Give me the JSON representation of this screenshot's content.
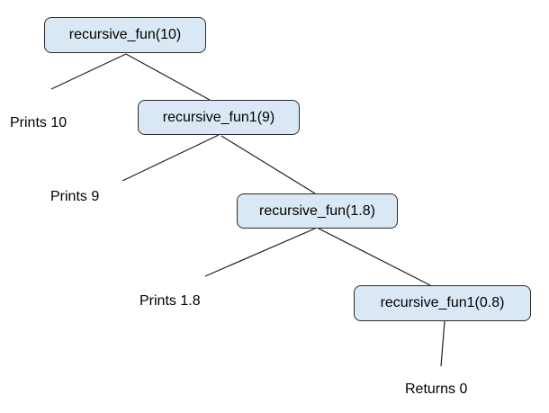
{
  "diagram": {
    "type": "recursion-tree",
    "background": "#ffffff",
    "colors": {
      "node_fill": "#dae8f5",
      "node_border": "#2b2b2b",
      "edge": "#1f1f1f",
      "text": "#000000"
    },
    "nodes": [
      {
        "label": "recursive_fun(10)"
      },
      {
        "label": "recursive_fun1(9)"
      },
      {
        "label": "recursive_fun(1.8)"
      },
      {
        "label": "recursive_fun1(0.8)"
      }
    ],
    "leaves": [
      {
        "text": "Prints 10"
      },
      {
        "text": "Prints 9"
      },
      {
        "text": "Prints 1.8"
      },
      {
        "text": "Returns 0"
      }
    ],
    "structure": [
      {
        "call": "recursive_fun(10)",
        "left_output": "Prints 10",
        "right_call": "recursive_fun1(9)"
      },
      {
        "call": "recursive_fun1(9)",
        "left_output": "Prints 9",
        "right_call": "recursive_fun(1.8)"
      },
      {
        "call": "recursive_fun(1.8)",
        "left_output": "Prints 1.8",
        "right_call": "recursive_fun1(0.8)"
      },
      {
        "call": "recursive_fun1(0.8)",
        "child_output": "Returns 0"
      }
    ]
  }
}
